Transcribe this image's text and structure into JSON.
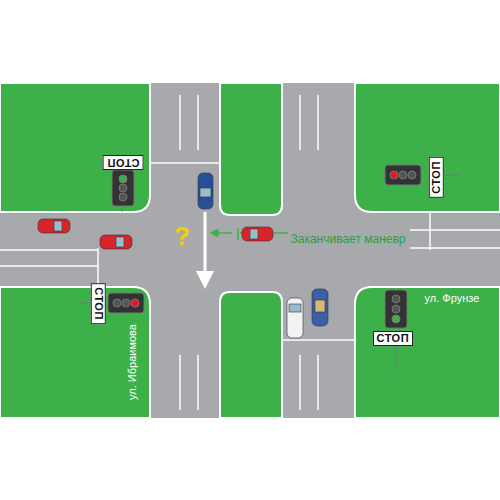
{
  "diagram": {
    "nodes": [
      {
        "text": [
          "СТОП"
        ]
      },
      {
        "text": [
          "СТОП"
        ]
      },
      {
        "text": [
          "СТОП"
        ]
      },
      {
        "text": [
          "СТОП"
        ]
      }
    ],
    "labels": [
      "?",
      "Заканчивает маневр",
      "ул. Фрунзе",
      "ул. Ибраимова"
    ]
  }
}
